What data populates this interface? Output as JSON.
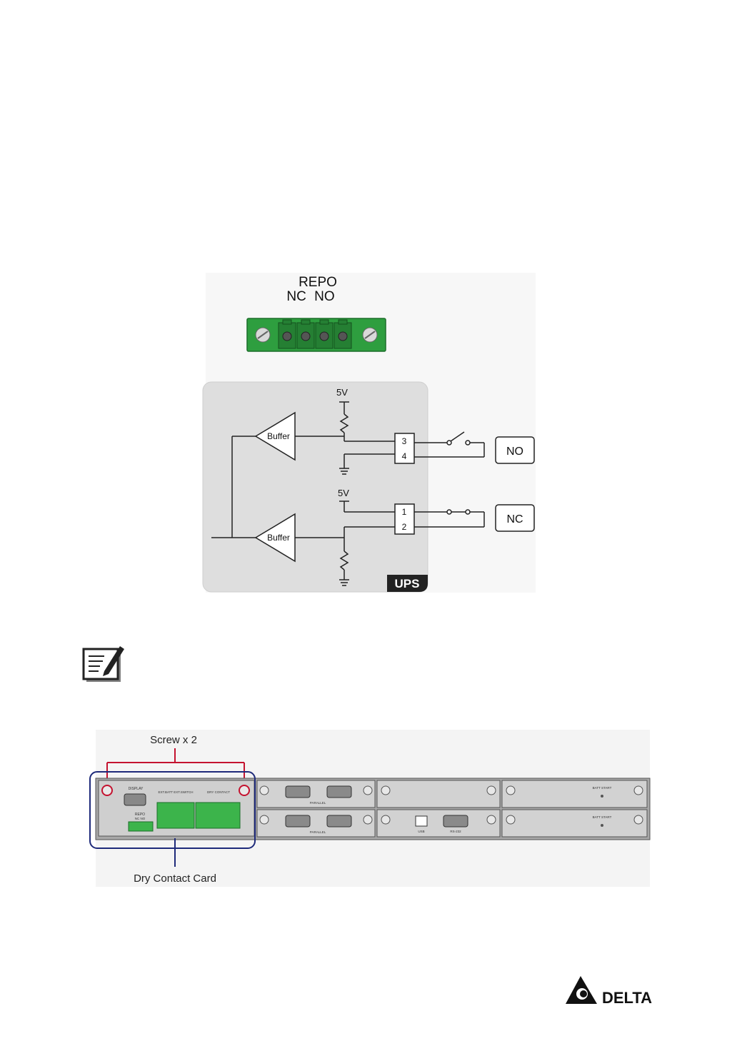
{
  "repo_connector": {
    "title": "REPO",
    "pin_labels": "NC  NO"
  },
  "circuit": {
    "supply_top": "5V",
    "supply_bottom": "5V",
    "buffer_top": "Buffer",
    "buffer_bottom": "Buffer",
    "terminal_3": "3",
    "terminal_4": "4",
    "terminal_1": "1",
    "terminal_2": "2",
    "contact_no": "NO",
    "contact_nc": "NC",
    "ups_badge": "UPS"
  },
  "rear_panel": {
    "screw_callout": "Screw x 2",
    "card_callout": "Dry Contact Card",
    "card_display_label": "DISPLAY",
    "card_repo_label": "REPO",
    "card_repo_pins": "NC NO",
    "card_ext_label": "EXT.BATT EXT.SWITCH",
    "card_dry_label": "DRY CONTACT",
    "slot_parallel_top": "PARALLEL",
    "slot_parallel_bottom": "PARALLEL",
    "slot_usb": "USB",
    "slot_rs232": "RS-232",
    "slot_batt_top": "BATT START",
    "slot_batt_bottom": "BATT START"
  },
  "brand": {
    "name": "DELTA"
  },
  "colors": {
    "terminal_green": "#2e9e3f",
    "terminal_dark": "#1b6e2a",
    "callout_red": "#c4122f",
    "callout_navy": "#1e2a7a",
    "panel_gray": "#dcdcdc",
    "card_gray": "#cfcfcf",
    "dry_contact_green": "#3cb44b"
  }
}
